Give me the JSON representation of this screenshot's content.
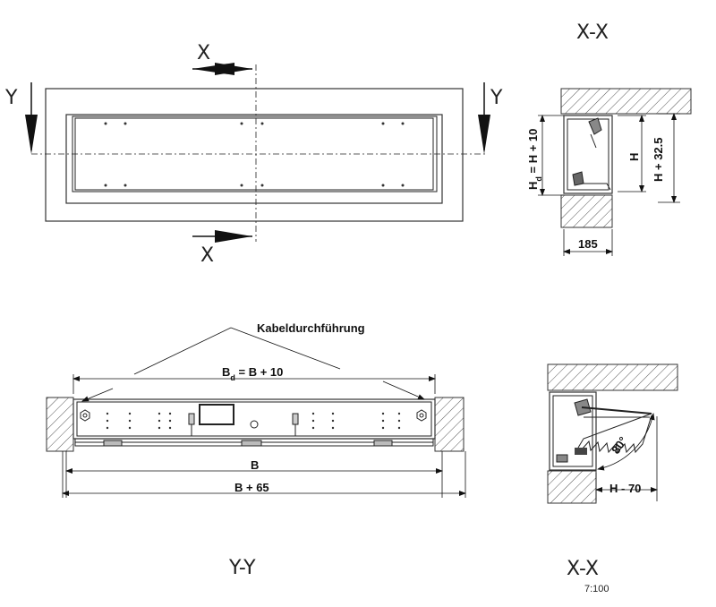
{
  "labels": {
    "section_xx_top": "X-X",
    "section_xx_bottom": "X-X",
    "section_yy": "Y-Y",
    "cut_x": "X",
    "cut_y": "Y",
    "kabel": "Kabeldurchführung",
    "bd_main": "B",
    "bd_sub": "d",
    "bd_rest": " = B + 10",
    "b": "B",
    "b65": "B + 65",
    "hd_main": "H",
    "hd_sub": "d",
    "hd_rest": " = H + 10",
    "h": "H",
    "h325": "H + 32.5",
    "d185": "185",
    "angle": "80°",
    "hminus": "H - 70",
    "scale": "7:100"
  },
  "colors": {
    "hatch": "#555555",
    "line": "#222222"
  }
}
